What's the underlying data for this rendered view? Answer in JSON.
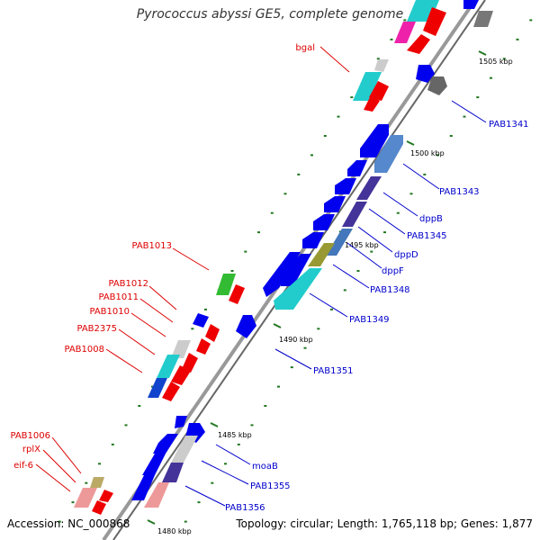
{
  "title": "Pyrococcus abyssi GE5, complete genome",
  "footer": {
    "accession": "Accession: NC_000868",
    "topology": "Topology: circular; Length: 1,765,118 bp; Genes: 1,877"
  },
  "ticks": [
    "1505 kbp",
    "1500 kbp",
    "1495 kbp",
    "1490 kbp",
    "1485 kbp",
    "1480 kbp"
  ],
  "gene_labels": {
    "left": [
      "bgal",
      "PAB1013",
      "PAB1012",
      "PAB1011",
      "PAB1010",
      "PAB2375",
      "PAB1008",
      "PAB1006",
      "rplX",
      "eif-6"
    ],
    "right": [
      "PAB1341",
      "PAB1343",
      "dppB",
      "PAB1345",
      "dppD",
      "dppF",
      "PAB1348",
      "PAB1349",
      "PAB1351",
      "moaB",
      "PAB1355",
      "PAB1356"
    ]
  },
  "colors": {
    "backbone": "#888888",
    "blue_gene": "#0000ee",
    "red_gene": "#ee0000",
    "cyan_gene": "#22cccc",
    "magenta_gene": "#ee22aa",
    "gray_gene": "#777777",
    "light_gray_gene": "#cccccc",
    "green_gene": "#33bb33",
    "olive_gene": "#999933",
    "pink_gene": "#ee9999",
    "steel_gene": "#4477bb",
    "indigo_gene": "#443399",
    "label_left": "#dd0000",
    "label_right": "#0000cc",
    "tick": "#006600"
  }
}
